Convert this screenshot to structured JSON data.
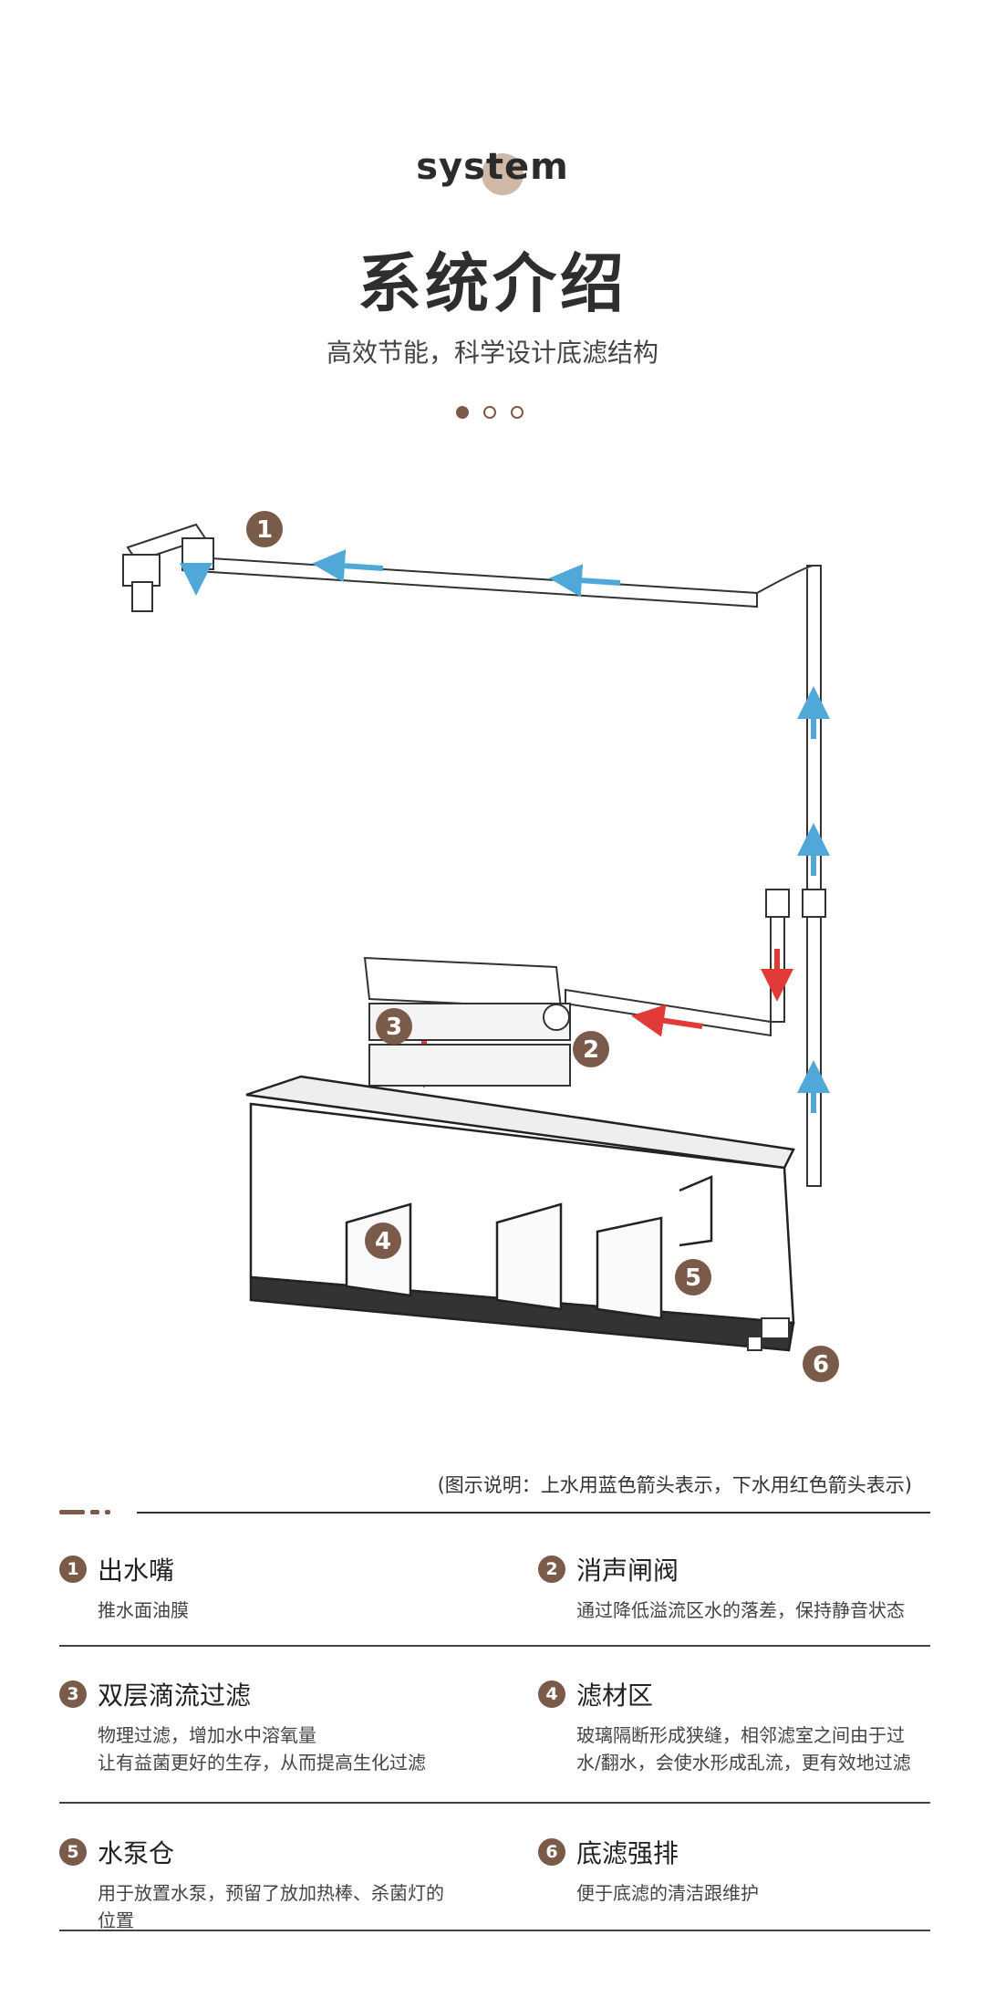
{
  "brand": {
    "logo_text": "system"
  },
  "header": {
    "title": "系统介绍",
    "subtitle": "高效节能，科学设计底滤结构"
  },
  "pager": {
    "count": 3,
    "active": 0
  },
  "diagram": {
    "labels": [
      "1",
      "2",
      "3",
      "4",
      "5",
      "6"
    ],
    "colors": {
      "up_water": "#4fa8d8",
      "down_water": "#e03b36",
      "marker": "#7a5a48"
    }
  },
  "note": "(图示说明：上水用蓝色箭头表示，下水用红色箭头表示)",
  "items": [
    {
      "num": "1",
      "title": "出水嘴",
      "desc": [
        "推水面油膜"
      ]
    },
    {
      "num": "2",
      "title": "消声闸阀",
      "desc": [
        "通过降低溢流区水的落差，保持静音状态"
      ]
    },
    {
      "num": "3",
      "title": "双层滴流过滤",
      "desc": [
        "物理过滤，增加水中溶氧量",
        "让有益菌更好的生存，从而提高生化过滤"
      ]
    },
    {
      "num": "4",
      "title": "滤材区",
      "desc": [
        "玻璃隔断形成狭缝，相邻滤室之间由于过",
        "水/翻水，会使水形成乱流，更有效地过滤"
      ]
    },
    {
      "num": "5",
      "title": "水泵仓",
      "desc": [
        "用于放置水泵，预留了放加热棒、杀菌灯的位置"
      ]
    },
    {
      "num": "6",
      "title": "底滤强排",
      "desc": [
        "便于底滤的清洁跟维护"
      ]
    }
  ]
}
